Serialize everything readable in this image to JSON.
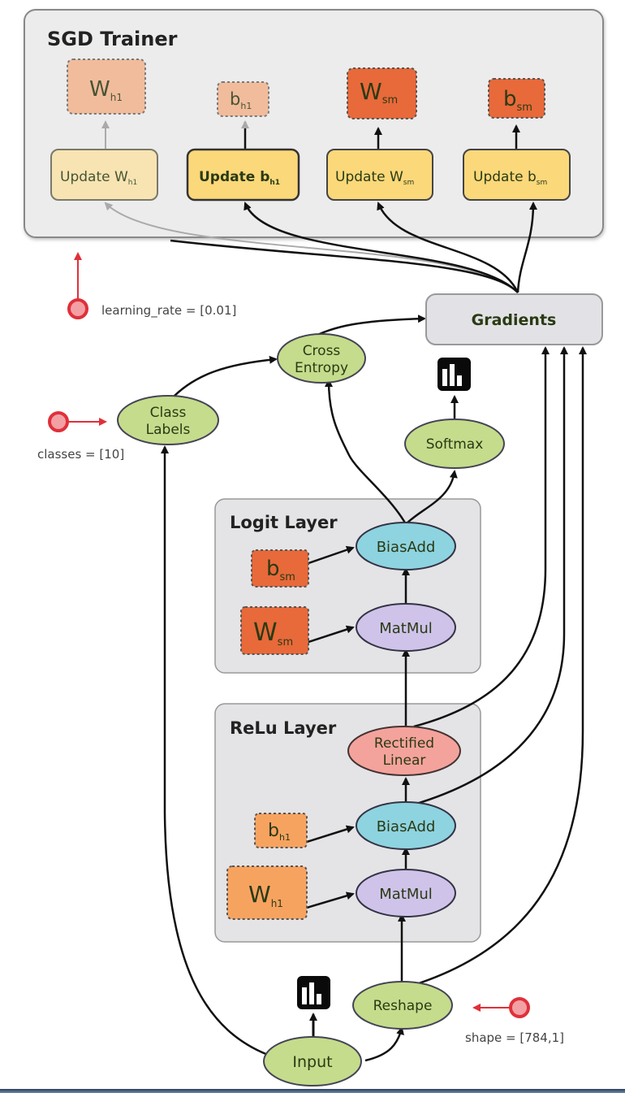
{
  "groups": {
    "sgd_trainer": "SGD Trainer",
    "logit_layer": "Logit Layer",
    "relu_layer": "ReLu Layer"
  },
  "trainer": {
    "params": [
      {
        "base": "W",
        "sub": "h1",
        "color": "#f2b48f",
        "state": "faded"
      },
      {
        "base": "b",
        "sub": "h1",
        "color": "#f2b48f",
        "state": "faded"
      },
      {
        "base": "W",
        "sub": "sm",
        "color": "#e8693a",
        "state": "active"
      },
      {
        "base": "b",
        "sub": "sm",
        "color": "#e8693a",
        "state": "active"
      }
    ],
    "updates": [
      {
        "base": "Update W",
        "sub": "h1",
        "color": "#fbe3a8",
        "state": "faded"
      },
      {
        "base": "Update b",
        "sub": "h1",
        "color": "#fbd87a",
        "state": "active"
      },
      {
        "base": "Update W",
        "sub": "sm",
        "color": "#fbd87a",
        "state": "active"
      },
      {
        "base": "Update b",
        "sub": "sm",
        "color": "#fbd87a",
        "state": "active"
      }
    ]
  },
  "nodes": {
    "gradients": "Gradients",
    "cross_entropy": [
      "Cross",
      "Entropy"
    ],
    "class_labels": [
      "Class",
      "Labels"
    ],
    "softmax": "Softmax",
    "logit_biasadd": "BiasAdd",
    "logit_matmul": "MatMul",
    "rectified_linear": [
      "Rectified",
      "Linear"
    ],
    "relu_biasadd": "BiasAdd",
    "relu_matmul": "MatMul",
    "reshape": "Reshape",
    "input": "Input"
  },
  "layer_params": {
    "b_sm": {
      "base": "b",
      "sub": "sm"
    },
    "W_sm": {
      "base": "W",
      "sub": "sm"
    },
    "b_h1": {
      "base": "b",
      "sub": "h1"
    },
    "W_h1": {
      "base": "W",
      "sub": "h1"
    }
  },
  "hyperparams": {
    "learning_rate": "learning_rate = [0.01]",
    "classes": "classes = [10]",
    "shape": "shape = [784,1]"
  },
  "colors": {
    "green_node": "#c5dc8c",
    "blue_node": "#8ed3e0",
    "purple_node": "#cfc3ea",
    "red_node": "#f4a39c",
    "param_light": "#f7a360",
    "param_dark": "#e8693a",
    "group_bg": "#e4e4e6",
    "hyperparam_red": "#e0303a"
  }
}
